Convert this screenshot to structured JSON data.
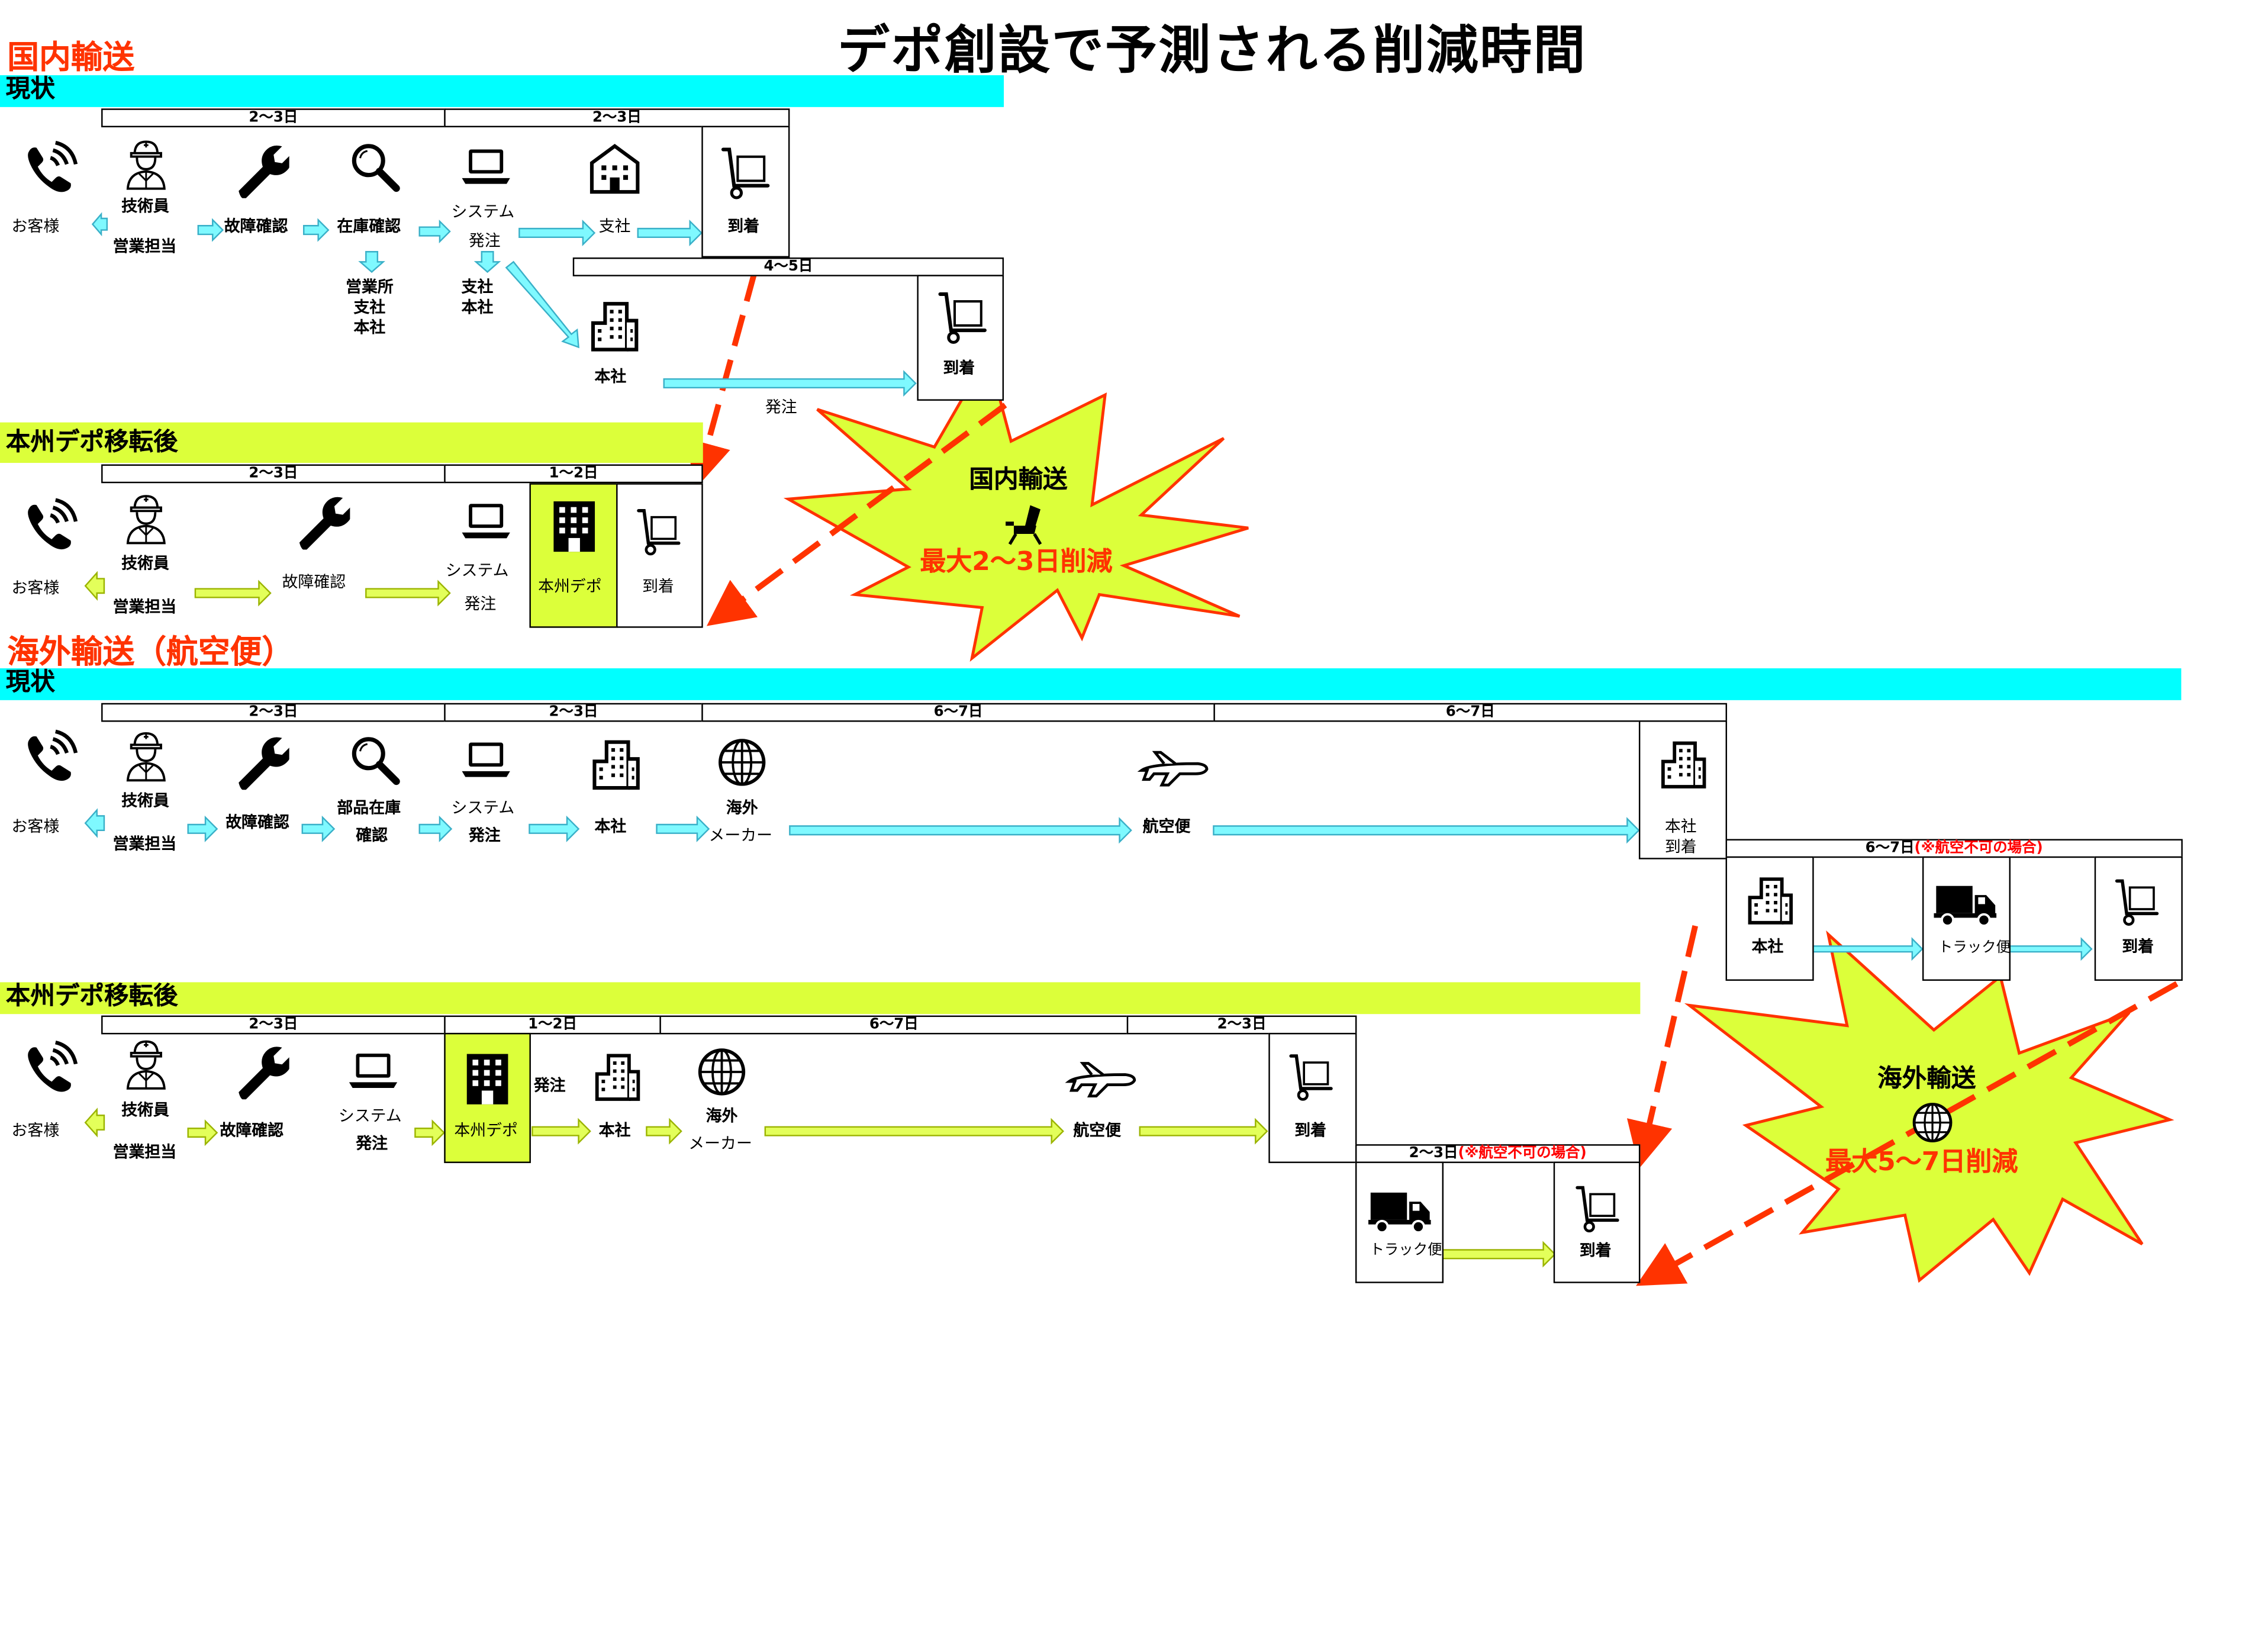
{
  "title": "デポ創設で予測される削減時間",
  "colors": {
    "section_title": "#ff3300",
    "current_band": "#00ffff",
    "after_band": "#dcff3a",
    "arrow_red": "#ff3300"
  },
  "domestic": {
    "heading": "国内輸送",
    "current": {
      "band": "現状",
      "time1": "2～3日",
      "time2": "2～3日",
      "time3": "4～5日",
      "customer": "お客様",
      "tech": "技術員",
      "sales": "営業担当",
      "fault": "故障確認",
      "stock": "在庫確認",
      "stock_sub": "営業所\n支社\n本社",
      "system": "システム",
      "order": "発注",
      "order_sub": "支社\n本社",
      "branch": "支社",
      "arrival": "到着",
      "hq": "本社",
      "order2": "発注",
      "arrival2": "到着"
    },
    "after": {
      "band": "本州デポ移転後",
      "time1": "2～3日",
      "time2": "1～2日",
      "customer": "お客様",
      "tech": "技術員",
      "sales": "営業担当",
      "fault": "故障確認",
      "system": "システム",
      "order": "発注",
      "depot": "本州デポ",
      "arrival": "到着"
    },
    "burst": {
      "title": "国内輸送",
      "saving": "最大2～3日削減"
    }
  },
  "overseas": {
    "heading": "海外輸送（航空便）",
    "current": {
      "band": "現状",
      "time1": "2～3日",
      "time2": "2～3日",
      "time3": "6～7日",
      "time4": "6～7日",
      "time5": "6～7日",
      "time5_note": "(※航空不可の場合)",
      "customer": "お客様",
      "tech": "技術員",
      "sales": "営業担当",
      "fault": "故障確認",
      "parts": "部品在庫",
      "parts2": "確認",
      "system": "システム",
      "order": "発注",
      "hq": "本社",
      "maker1": "海外",
      "maker2": "メーカー",
      "air": "航空便",
      "hq_arrival1": "本社",
      "hq_arrival2": "到着",
      "hq2": "本社",
      "truck": "トラック便",
      "arrival": "到着"
    },
    "after": {
      "band": "本州デポ移転後",
      "time1": "2～3日",
      "time2": "1～2日",
      "time3": "6～7日",
      "time4": "2～3日",
      "time5": "2～3日",
      "time5_note": "(※航空不可の場合)",
      "customer": "お客様",
      "tech": "技術員",
      "sales": "営業担当",
      "fault": "故障確認",
      "system": "システム",
      "order": "発注",
      "depot": "本州デポ",
      "order2": "発注",
      "hq": "本社",
      "maker1": "海外",
      "maker2": "メーカー",
      "air": "航空便",
      "arrival": "到着",
      "truck": "トラック便",
      "arrival2": "到着"
    },
    "burst": {
      "title": "海外輸送",
      "saving": "最大5～7日削減"
    }
  }
}
